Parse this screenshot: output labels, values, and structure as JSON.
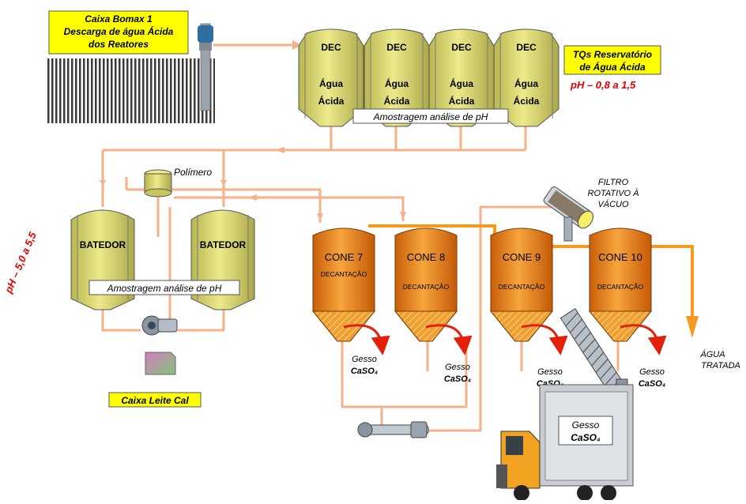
{
  "source_box": {
    "line1": "Caixa Bomax 1",
    "line2": "Descarga de água Ácida",
    "line3": "dos Reatores"
  },
  "reservoir_label": {
    "line1": "TQs Reservatório",
    "line2": "de Água Ácida"
  },
  "ph_acid": "pH – 0,8 a 1,5",
  "dec_tanks": [
    {
      "title": "DEC",
      "line1": "Água",
      "line2": "Ácida"
    },
    {
      "title": "DEC",
      "line1": "Água",
      "line2": "Ácida"
    },
    {
      "title": "DEC",
      "line1": "Água",
      "line2": "Ácida"
    },
    {
      "title": "DEC",
      "line1": "Água",
      "line2": "Ácida"
    }
  ],
  "sampling_dec": "Amostragem análise de pH",
  "polymer_label": "Polímero",
  "batedores": [
    "BATEDOR",
    "BATEDOR"
  ],
  "sampling_batedor": "Amostragem análise de pH",
  "ph_batedor": "pH – 5,0 a 5,5",
  "lime_box": "Caixa Leite Cal",
  "cones": [
    {
      "title": "CONE 7",
      "sub": "DECANTAÇÃO"
    },
    {
      "title": "CONE 8",
      "sub": "DECANTAÇÃO"
    },
    {
      "title": "CONE 9",
      "sub": "DECANTAÇÃO"
    },
    {
      "title": "CONE 10",
      "sub": "DECANTAÇÃO"
    }
  ],
  "gypsum": {
    "line1": "Gesso",
    "line2": "CaSO₄"
  },
  "filter_label": {
    "line1": "FILTRO",
    "line2": "ROTATIVO À",
    "line3": "VÁCUO"
  },
  "treated_water": {
    "line1": "ÁGUA",
    "line2": "TRATADA"
  },
  "truck_label": {
    "line1": "Gesso",
    "line2": "CaSO₄"
  },
  "colors": {
    "dec_fill": "#e2e07a",
    "cone_fill": "#ef8c1c",
    "pipe": "#f4b28a",
    "orange_pipe": "#f39a1f",
    "arrow_red": "#e3200a",
    "label_yellow": "#ffff00",
    "ph_red": "#e30000"
  }
}
